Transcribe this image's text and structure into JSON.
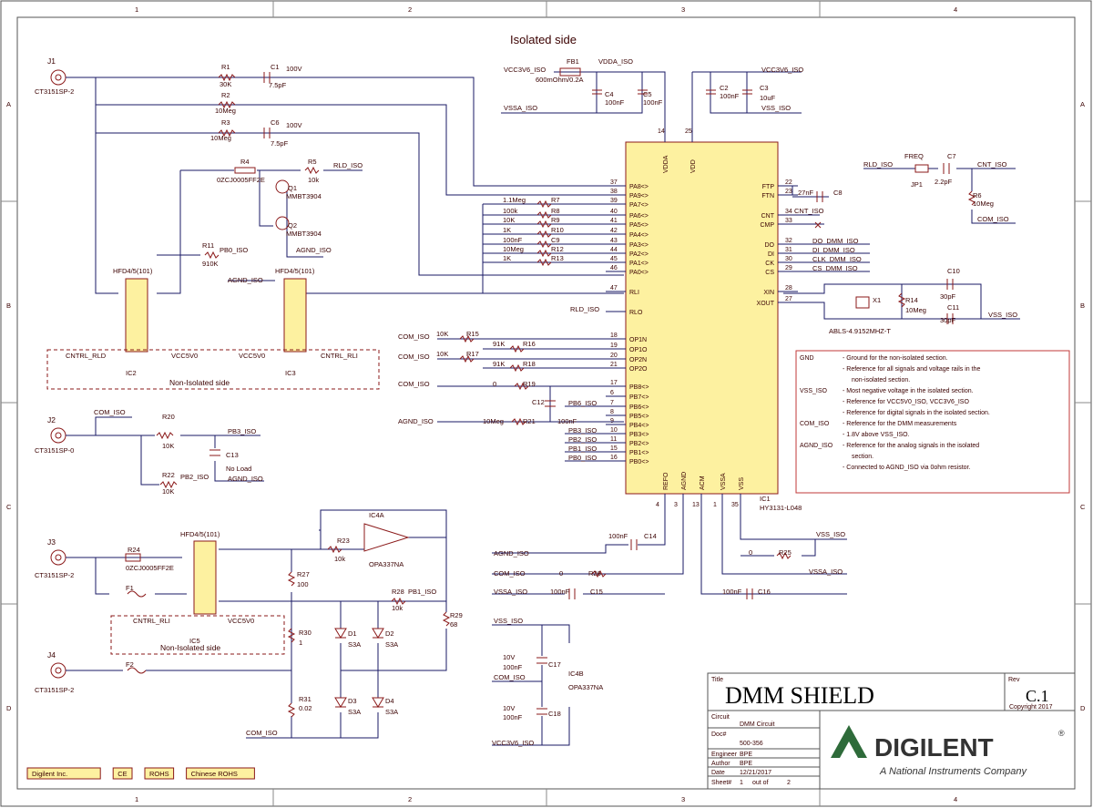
{
  "frame": {
    "cols": [
      "1",
      "2",
      "3",
      "4"
    ],
    "rows": [
      "A",
      "B",
      "C",
      "D"
    ]
  },
  "section_title": "Isolated side",
  "title_block": {
    "title_label": "Title",
    "title": "DMM SHIELD",
    "rev_label": "Rev",
    "rev": "C.1",
    "copyright": "Copyright 2017",
    "circuit_label": "Circuit",
    "circuit": "DMM Circuit",
    "doc_label": "Doc#",
    "doc": "500-356",
    "engineer_label": "Engineer",
    "engineer": "BPE",
    "author_label": "Author",
    "author": "BPE",
    "date_label": "Date",
    "date": "12/21/2017",
    "sheet_label": "Sheet#",
    "sheet": "1",
    "out_of": "out of",
    "sheets": "2",
    "logo_text": "DIGILENT",
    "logo_reg": "®",
    "logo_sub": "A National Instruments Company"
  },
  "footer_tags": [
    "Digilent Inc.",
    "CE",
    "ROHS",
    "Chinese ROHS"
  ],
  "notes": [
    {
      "net": "GND",
      "lines": [
        "- Ground for the non-isolated section."
      ]
    },
    {
      "net": "",
      "lines": [
        "- Reference for all signals and voltage rails in the",
        "non-isolated section."
      ]
    },
    {
      "net": "VSS_ISO",
      "lines": [
        "- Most negative voltage in the isolated section."
      ]
    },
    {
      "net": "",
      "lines": [
        "- Reference for VCC5V0_ISO, VCC3V6_ISO"
      ]
    },
    {
      "net": "",
      "lines": [
        "- Reference for digital signals in the isolated section."
      ]
    },
    {
      "net": "COM_ISO",
      "lines": [
        "- Reference for the DMM measurements"
      ]
    },
    {
      "net": "",
      "lines": [
        "- 1.8V above VSS_ISO."
      ]
    },
    {
      "net": "AGND_ISO",
      "lines": [
        "- Reference for the analog signals in the isolated",
        "section."
      ]
    },
    {
      "net": "",
      "lines": [
        "- Connected to AGND_ISO via 0ohm resistor."
      ]
    }
  ],
  "ic1": {
    "ref": "IC1",
    "part": "HY3131-L048",
    "top_pins": [
      {
        "num": "14",
        "name": "VDDA"
      },
      {
        "num": "25",
        "name": "VDD"
      }
    ],
    "bottom_pins": [
      {
        "num": "4",
        "name": "REFO"
      },
      {
        "num": "3",
        "name": "AGND"
      },
      {
        "num": "13",
        "name": "ACM"
      },
      {
        "num": "1",
        "name": "VSSA"
      },
      {
        "num": "35",
        "name": "VSS"
      }
    ],
    "left_pins": [
      {
        "num": "37",
        "name": "PA8<>"
      },
      {
        "num": "38",
        "name": "PA9<>"
      },
      {
        "num": "39",
        "name": "PA7<>"
      },
      {
        "num": "40",
        "name": "PA6<>"
      },
      {
        "num": "41",
        "name": "PA5<>"
      },
      {
        "num": "42",
        "name": "PA4<>"
      },
      {
        "num": "43",
        "name": "PA3<>"
      },
      {
        "num": "44",
        "name": "PA2<>"
      },
      {
        "num": "45",
        "name": "PA1<>"
      },
      {
        "num": "46",
        "name": "PA0<>"
      },
      {
        "num": "47",
        "name": "RLI"
      },
      {
        "num": "",
        "name": "RLO"
      },
      {
        "num": "18",
        "name": "OP1N"
      },
      {
        "num": "19",
        "name": "OP1O"
      },
      {
        "num": "20",
        "name": "OP2N"
      },
      {
        "num": "21",
        "name": "OP2O"
      },
      {
        "num": "17",
        "name": "PB8<>"
      },
      {
        "num": "6",
        "name": "PB7<>"
      },
      {
        "num": "7",
        "name": "PB6<>"
      },
      {
        "num": "8",
        "name": "PB5<>"
      },
      {
        "num": "9",
        "name": "PB4<>"
      },
      {
        "num": "10",
        "name": "PB3<>"
      },
      {
        "num": "11",
        "name": "PB2<>"
      },
      {
        "num": "15",
        "name": "PB1<>"
      },
      {
        "num": "16",
        "name": "PB0<>"
      }
    ],
    "right_pins": [
      {
        "num": "22",
        "name": "FTP"
      },
      {
        "num": "23",
        "name": "FTN"
      },
      {
        "num": "34",
        "name": "CNT"
      },
      {
        "num": "33",
        "name": "CMP"
      },
      {
        "num": "32",
        "name": "DO"
      },
      {
        "num": "31",
        "name": "DI"
      },
      {
        "num": "30",
        "name": "CK"
      },
      {
        "num": "29",
        "name": "CS"
      },
      {
        "num": "28",
        "name": "XIN"
      },
      {
        "num": "27",
        "name": "XOUT"
      }
    ]
  },
  "resistor_bank": [
    {
      "val": "1.1Meg",
      "ref": "R7"
    },
    {
      "val": "100k",
      "ref": "R8"
    },
    {
      "val": "10K",
      "ref": "R9"
    },
    {
      "val": "1K",
      "ref": "R10"
    },
    {
      "val": "100nF",
      "ref": "C9"
    },
    {
      "val": "10Meg",
      "ref": "R12"
    },
    {
      "val": "1K",
      "ref": "R13"
    }
  ],
  "pb_nets": [
    "PB6_ISO",
    "PB3_ISO",
    "PB2_ISO",
    "PB1_ISO",
    "PB0_ISO"
  ],
  "spi_nets": [
    "DO_DMM_ISO",
    "DI_DMM_ISO",
    "CLK_DMM_ISO",
    "CS_DMM_ISO"
  ],
  "labels": {
    "j1": "J1",
    "j1p": "CT3151SP-2",
    "j2": "J2",
    "j2p": "CT3151SP-0",
    "j3": "J3",
    "j3p": "CT3151SP-2",
    "j4": "J4",
    "j4p": "CT3151SP-2",
    "r1": "R1",
    "r1v": "30K",
    "c1": "C1",
    "c1v": "100V",
    "c1v2": "7.5pF",
    "r2": "R2",
    "r2v": "10Meg",
    "r3": "R3",
    "r3v": "10Meg",
    "c6": "C6",
    "c6v": "100V",
    "c6v2": "7.5pF",
    "r4": "R4",
    "r4v": "0ZCJ0005FF2E",
    "r5": "R5",
    "r5v": "10k",
    "rld": "RLD_ISO",
    "q1": "Q1",
    "q1p": "MMBT3904",
    "q2": "Q2",
    "q2p": "MMBT3904",
    "r11": "R11",
    "r11v": "910K",
    "pb0": "PB0_ISO",
    "agnd": "AGND_ISO",
    "hfd": "HFD4/5(101)",
    "ic2": "IC2",
    "ic3": "IC3",
    "ic5": "IC5",
    "ctrl_rld": "CNTRL_RLD",
    "vcc5": "VCC5V0",
    "ctrl_rli": "CNTRL_RLI",
    "nonisol": "Non-Isolated side",
    "vcc3v6": "VCC3V6_ISO",
    "fb1": "FB1",
    "fb1v": "600mOhm/0.2A",
    "vdda": "VDDA_ISO",
    "c4": "C4",
    "c4v": "100nF",
    "c5": "C5",
    "c5v": "100nF",
    "vssa": "VSSA_ISO",
    "c2": "C2",
    "c2v": "100nF",
    "c3": "C3",
    "c3v": "10uF",
    "vss": "VSS_ISO",
    "freq": "FREQ",
    "jp1": "JP1",
    "c7": "C7",
    "c7v": "2.2pF",
    "cnt": "CNT_ISO",
    "r6": "R6",
    "r6v": "10Meg",
    "com": "COM_ISO",
    "c8": "C8",
    "c8v": "27nF",
    "c10": "C10",
    "c10v": "30pF",
    "c11": "C11",
    "c11v": "30pF",
    "x1": "X1",
    "x1p": "ABLS-4.9152MHZ-T",
    "r14": "R14",
    "r14v": "10Meg",
    "r15": "R15",
    "r15v": "10K",
    "r16": "R16",
    "r16v": "91K",
    "r17": "R17",
    "r17v": "10K",
    "r18": "R18",
    "r18v": "91K",
    "r19": "R19",
    "r19v": "0",
    "c12": "C12",
    "c12v": "100nF",
    "r21": "R21",
    "r21v": "10Meg",
    "r20": "R20",
    "r20v": "10K",
    "pb3": "PB3_ISO",
    "c13": "C13",
    "c13v": "No Load",
    "r22": "R22",
    "r22v": "10K",
    "pb2": "PB2_ISO",
    "ic4a": "IC4A",
    "r23": "R23",
    "r23v": "10k",
    "opa": "OPA337NA",
    "r24": "R24",
    "r24v": "0ZCJ0005FF2E",
    "f1": "F1",
    "f2": "F2",
    "r27": "R27",
    "r27v": "100",
    "r28": "R28",
    "r28v": "10k",
    "pb1": "PB1_ISO",
    "r29": "R29",
    "r29v": "68",
    "r30": "R30",
    "r30v": "1",
    "r31": "R31",
    "r31v": "0.02",
    "d1": "D1",
    "d2": "D2",
    "d3": "D3",
    "d4": "D4",
    "dv": "S3A",
    "c14": "C14",
    "c14v": "100nF",
    "r25": "R25",
    "r25v": "0",
    "r26": "R26",
    "r26v": "0",
    "c15": "C15",
    "c15v": "100nF",
    "c16": "C16",
    "c16v": "100nF",
    "c17": "C17",
    "c18": "C18",
    "cv10": "10V",
    "cv100": "100nF",
    "ic4b": "IC4B"
  },
  "colors": {
    "wire": "#1a1a66",
    "comp": "#8b1a1a",
    "ic_fill": "#fdf1a0",
    "note_box": "#c23a3a",
    "logo": "#2e6b3a"
  }
}
